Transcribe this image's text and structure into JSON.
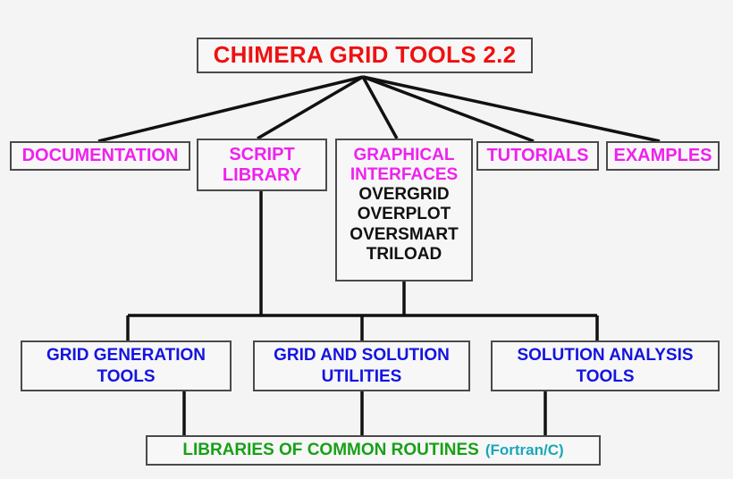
{
  "diagram": {
    "type": "hierarchy-tree",
    "background_color": "#f4f4f4",
    "title_node": {
      "label": "CHIMERA GRID TOOLS 2.2",
      "text_color": "#ee1111"
    },
    "level2": [
      {
        "id": "documentation",
        "label": "DOCUMENTATION",
        "text_color": "#ee22ee"
      },
      {
        "id": "script-library",
        "line1": "SCRIPT",
        "line2": "LIBRARY",
        "text_color": "#ee22ee"
      },
      {
        "id": "graphical-interfaces",
        "head1": "GRAPHICAL",
        "head2": "INTERFACES",
        "head_color": "#ee22ee",
        "items": [
          "OVERGRID",
          "OVERPLOT",
          "OVERSMART",
          "TRILOAD"
        ],
        "item_color": "#111111"
      },
      {
        "id": "tutorials",
        "label": "TUTORIALS",
        "text_color": "#ee22ee"
      },
      {
        "id": "examples",
        "label": "EXAMPLES",
        "text_color": "#ee22ee"
      }
    ],
    "level3": [
      {
        "id": "grid-generation-tools",
        "line1": "GRID GENERATION",
        "line2": "TOOLS",
        "text_color": "#1414e0"
      },
      {
        "id": "grid-and-solution-utilities",
        "line1": "GRID AND SOLUTION",
        "line2": "UTILITIES",
        "text_color": "#1414e0"
      },
      {
        "id": "solution-analysis-tools",
        "line1": "SOLUTION ANALYSIS",
        "line2": "TOOLS",
        "text_color": "#1414e0"
      }
    ],
    "level4": {
      "id": "libraries-of-common-routines",
      "main": "LIBRARIES OF COMMON ROUTINES",
      "main_color": "#18a018",
      "suffix": "(Fortran/C)",
      "suffix_color": "#1aa8b8"
    }
  }
}
